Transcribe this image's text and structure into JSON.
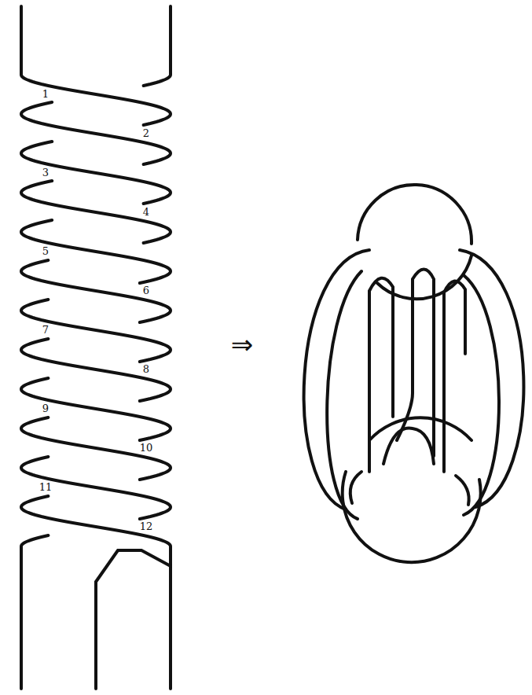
{
  "diagram": {
    "labels": [
      "1",
      "2",
      "3",
      "4",
      "5",
      "6",
      "7",
      "8",
      "9",
      "10",
      "11",
      "12",
      "⇒"
    ]
  }
}
